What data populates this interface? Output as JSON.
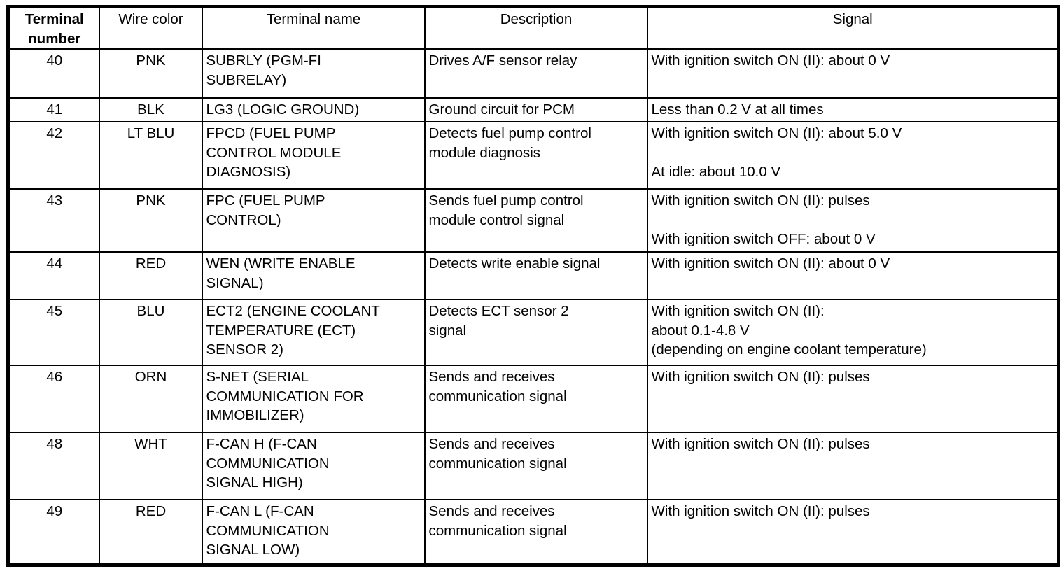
{
  "table": {
    "columns": [
      {
        "key": "terminal_number",
        "label": "Terminal number"
      },
      {
        "key": "wire_color",
        "label": "Wire color"
      },
      {
        "key": "terminal_name",
        "label": "Terminal name"
      },
      {
        "key": "description",
        "label": "Description"
      },
      {
        "key": "signal",
        "label": "Signal"
      }
    ],
    "rows": [
      {
        "terminal_number": "40",
        "wire_color": "PNK",
        "terminal_name": [
          "SUBRLY (PGM-FI",
          "SUBRELAY)"
        ],
        "description": [
          "Drives A/F sensor relay"
        ],
        "signal": [
          "With ignition switch ON (II): about 0 V"
        ]
      },
      {
        "terminal_number": "41",
        "wire_color": "BLK",
        "terminal_name": [
          "LG3 (LOGIC GROUND)"
        ],
        "description": [
          "Ground circuit for PCM"
        ],
        "signal": [
          "Less than 0.2 V at all times"
        ]
      },
      {
        "terminal_number": "42",
        "wire_color": "LT BLU",
        "terminal_name": [
          "FPCD (FUEL PUMP",
          "CONTROL MODULE",
          "DIAGNOSIS)"
        ],
        "description": [
          "Detects fuel pump control",
          "module diagnosis"
        ],
        "signal": [
          "With ignition switch ON (II): about 5.0 V",
          "",
          "At idle: about 10.0 V"
        ]
      },
      {
        "terminal_number": "43",
        "wire_color": "PNK",
        "terminal_name": [
          "FPC (FUEL PUMP",
          "CONTROL)"
        ],
        "description": [
          "Sends fuel pump control",
          "module control signal"
        ],
        "signal": [
          "With ignition switch ON (II): pulses",
          "",
          "With ignition switch OFF: about 0 V"
        ]
      },
      {
        "terminal_number": "44",
        "wire_color": "RED",
        "terminal_name": [
          "WEN (WRITE ENABLE",
          "SIGNAL)"
        ],
        "description": [
          "Detects write enable signal"
        ],
        "signal": [
          "With ignition switch ON (II): about 0 V"
        ]
      },
      {
        "terminal_number": "45",
        "wire_color": "BLU",
        "terminal_name": [
          "ECT2 (ENGINE COOLANT",
          "TEMPERATURE (ECT)",
          "SENSOR 2)"
        ],
        "description": [
          "Detects ECT sensor 2",
          "signal"
        ],
        "signal": [
          "With ignition switch ON (II):",
          "about 0.1-4.8 V",
          "(depending on engine coolant temperature)"
        ]
      },
      {
        "terminal_number": "46",
        "wire_color": "ORN",
        "terminal_name": [
          "S-NET (SERIAL",
          "COMMUNICATION FOR",
          "IMMOBILIZER)"
        ],
        "description": [
          "Sends and receives",
          "communication signal"
        ],
        "signal": [
          "With ignition switch ON (II): pulses"
        ]
      },
      {
        "terminal_number": "48",
        "wire_color": "WHT",
        "terminal_name": [
          "F-CAN H (F-CAN",
          "COMMUNICATION",
          "SIGNAL HIGH)"
        ],
        "description": [
          "Sends and receives",
          "communication signal"
        ],
        "signal": [
          "With ignition switch ON (II): pulses"
        ]
      },
      {
        "terminal_number": "49",
        "wire_color": "RED",
        "terminal_name": [
          "F-CAN L (F-CAN",
          "COMMUNICATION",
          "SIGNAL LOW)"
        ],
        "description": [
          "Sends and receives",
          "communication signal"
        ],
        "signal": [
          "With ignition switch ON (II): pulses"
        ]
      }
    ]
  }
}
